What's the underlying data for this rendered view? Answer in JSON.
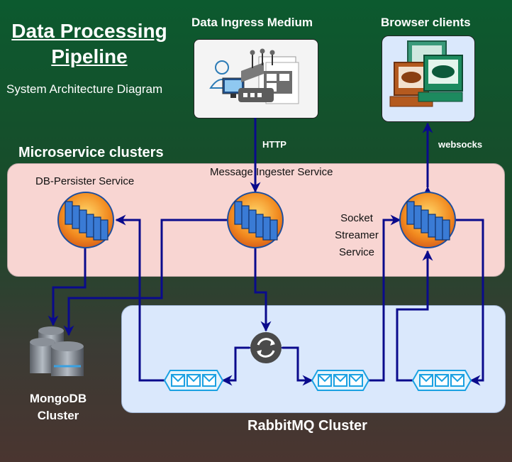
{
  "header": {
    "title_line1": "Data Processing",
    "title_line2": "Pipeline",
    "subtitle": "System Architecture Diagram"
  },
  "nodes": {
    "ingress": "Data Ingress Medium",
    "browsers": "Browser clients",
    "microservices": "Microservice clusters",
    "db_persister": "DB-Persister Service",
    "message_ingester": "Message Ingester Service",
    "socket_line1": "Socket",
    "socket_line2": "Streamer",
    "socket_line3": "Service",
    "mongo_line1": "MongoDB",
    "mongo_line2": "Cluster",
    "rabbitmq": "RabbitMQ Cluster"
  },
  "edges": {
    "http": "HTTP",
    "websocks": "websocks"
  },
  "colors": {
    "microservice_panel": "#f8d5d2",
    "rabbit_panel": "#dae8fc",
    "arrow": "#0a0a8c",
    "queue": "#1ba1e2"
  }
}
